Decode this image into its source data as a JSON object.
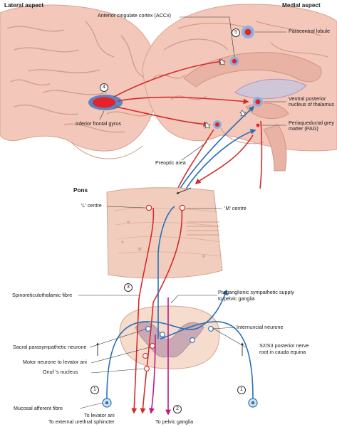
{
  "headings": {
    "lateral": "Lateral aspect",
    "medial": "Medial aspect",
    "pons": "Pons"
  },
  "labels": {
    "acc": "Anterior cingulate cortex (ACCx)",
    "paracentral": "Paracentral lobule",
    "vpn_1": "Ventral posterior",
    "vpn_2": "nucleus of thalamus",
    "pag_1": "Periaqueductal grey",
    "pag_2": "matter (PAG)",
    "ifg": "Inferior frontal gyrus",
    "preoptic": "Preoptic area",
    "l_centre": "'L' centre",
    "m_centre": "'M' centre",
    "spinoreticulo": "Spinoreticulothalamic fibre",
    "pregang_1": "Preganglionic sympathetic supply",
    "pregang_2": "to pelvic ganglia",
    "internuncial": "Internuncial neurone",
    "sacral": "Sacral parasympathetic neurone",
    "motor": "Motor neurone to levator ani",
    "onuf": "Onuf 's nucleus",
    "s2s3_1": "S2/S3 posterior nerve",
    "s2s3_2": "root in cauda equina",
    "mucosal": "Mucosal afferent fibre",
    "levator": "To levator ani",
    "urethral": "To external urethral sphincter",
    "pelvic": "To pelvic ganglia"
  },
  "numbers": {
    "n1_left": "1",
    "n1_right": "1",
    "n2": "2",
    "n3": "3",
    "n4": "4",
    "n5": "5"
  },
  "colors": {
    "efferent": "#d62b2b",
    "afferent": "#2a6fb5",
    "sympathetic": "#c2188a",
    "brain": "#f3c7b9",
    "brain_shadow": "#e3a899",
    "pons": "#f1cdbd",
    "cord": "#f6dccd",
    "grey_matter": "#c9a9b4"
  }
}
